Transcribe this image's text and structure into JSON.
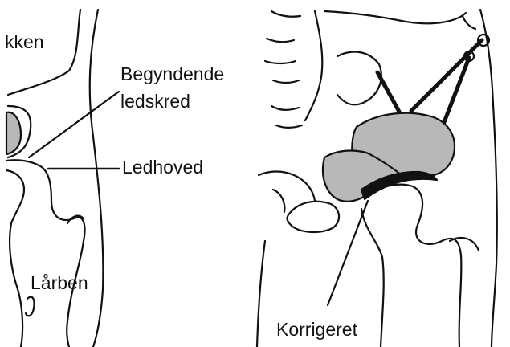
{
  "labels": {
    "kken": "kken",
    "begyndende_line1": "Begyndende",
    "begyndende_line2": "ledskred",
    "ledhoved": "Ledhoved",
    "larben": "Lårben",
    "korrigeret": "Korrigeret"
  },
  "colors": {
    "ink": "#111111",
    "bone_fill": "#b8b8b8",
    "background": "#ffffff"
  }
}
